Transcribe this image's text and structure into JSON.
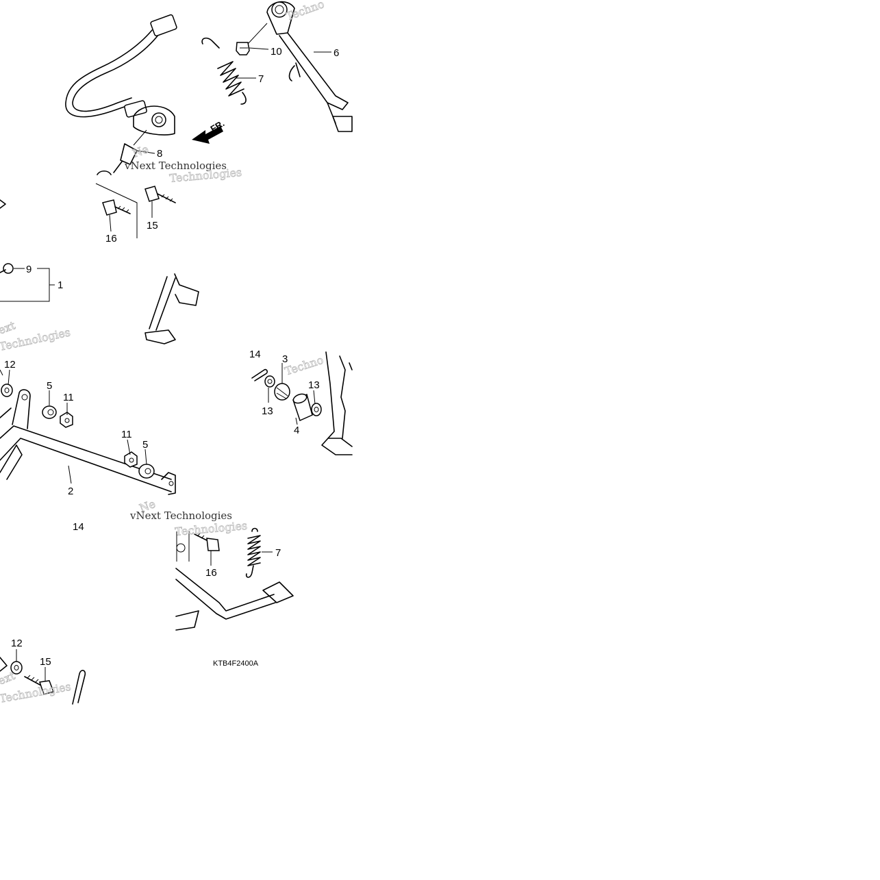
{
  "callouts": {
    "c10": "10",
    "c6": "6",
    "c7a": "7",
    "c8": "8",
    "c16a": "16",
    "c15a": "15",
    "c9": "9",
    "c1": "1",
    "c12a": "12",
    "c5a": "5",
    "c11a": "11",
    "c2": "2",
    "c11b": "11",
    "c5b": "5",
    "c14a": "14",
    "c14b": "14",
    "c3": "3",
    "c13a": "13",
    "c13b": "13",
    "c4": "4",
    "c16b": "16",
    "c7b": "7",
    "c12b": "12",
    "c15b": "15"
  },
  "front_marker": "FR.",
  "diagram_code": "KTB4F2400A",
  "watermark": {
    "line1": "vNext Technologies",
    "line2": "Technologies",
    "frag_ext": "ext",
    "frag_ne": "Ne",
    "frag_techn": "Techno"
  }
}
